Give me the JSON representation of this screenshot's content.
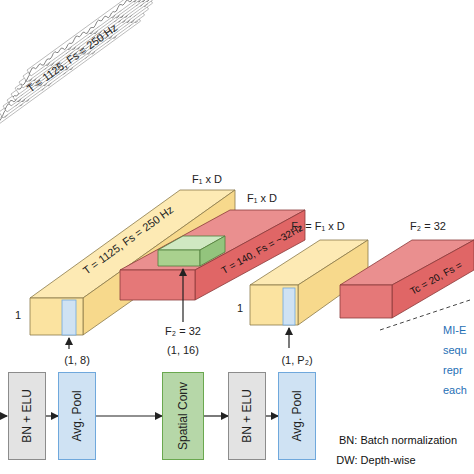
{
  "diagram": {
    "nodes": [
      {
        "text": [
          "BN + ELU"
        ]
      },
      {
        "text": [
          "Avg. Pool"
        ]
      },
      {
        "text": [
          "Spatial Conv"
        ]
      },
      {
        "text": [
          "BN + ELU"
        ]
      },
      {
        "text": [
          "Avg. Pool"
        ]
      }
    ],
    "edges": [
      {
        "from": 0,
        "to": 1,
        "arrow": "to"
      },
      {
        "from": 1,
        "to": 2,
        "arrow": "to"
      },
      {
        "from": 2,
        "to": 3,
        "arrow": "to"
      },
      {
        "from": 3,
        "to": 4,
        "arrow": "to"
      }
    ],
    "labels": [
      "T = 1125, Fs = 250 Hz",
      "F₁ x D",
      "T = 1125, Fs = 250 Hz",
      "1",
      "F₁ x D",
      "T = 140, Fs = ~32Hz",
      "F₂ = F₁ x D",
      "F₂ = 32",
      "Tc = 20, Fs =",
      "1",
      "(1, 8)",
      "F₂ = 32",
      "(1, 16)",
      "(1, P₂)",
      "MI-E",
      "sequ",
      "repr",
      "each",
      "BN: Batch normalization",
      "DW: Depth-wise"
    ]
  }
}
